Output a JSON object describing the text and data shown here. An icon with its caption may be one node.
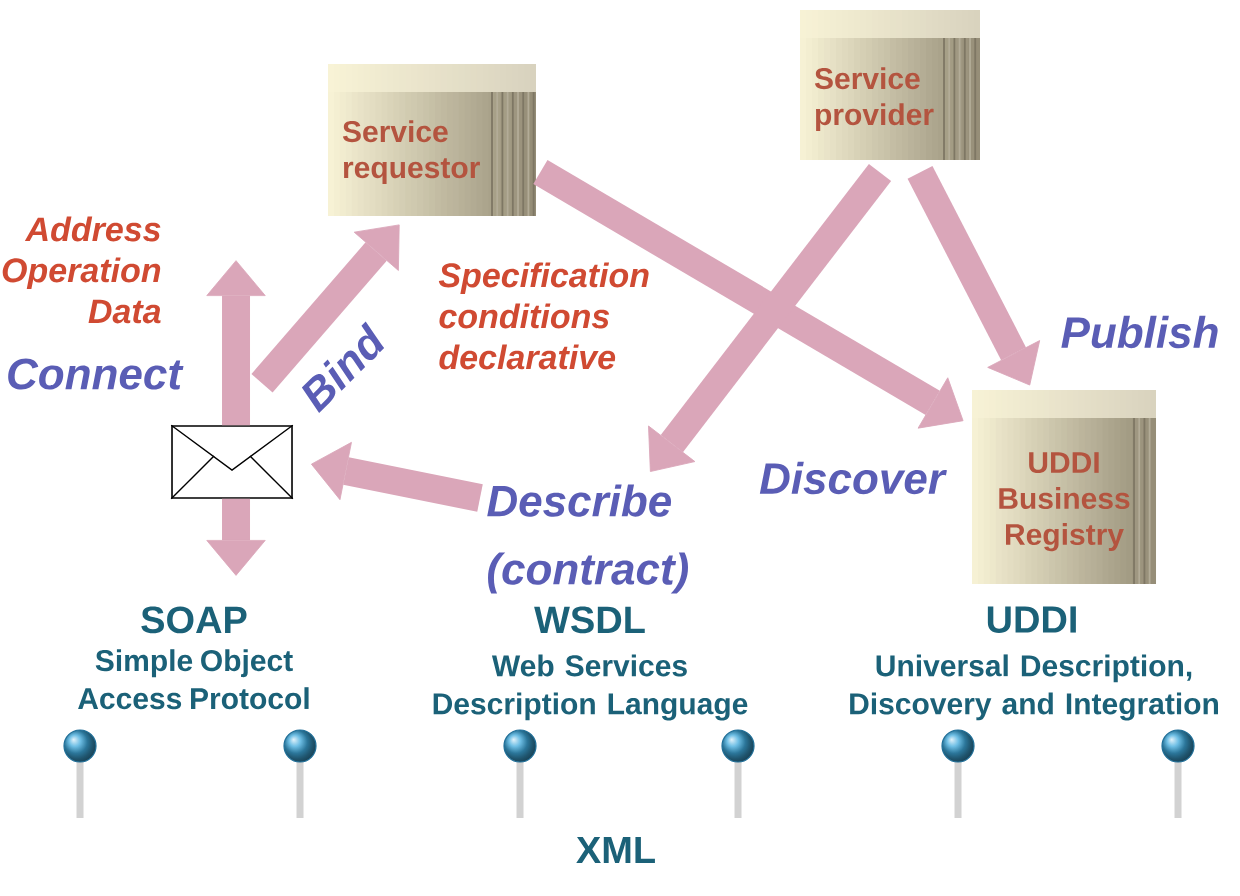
{
  "diagram": {
    "nodes": [
      {
        "text": [
          "Service requestor"
        ]
      },
      {
        "text": [
          "Service provider"
        ]
      },
      {
        "text": [
          "UDDI Business Registry"
        ]
      },
      {
        "text": [],
        "shape": "envelope"
      },
      {
        "text": [
          "SOAP",
          "Simple Object Access Protocol"
        ]
      },
      {
        "text": [
          "Describe (contract)"
        ]
      }
    ],
    "edges": [
      {
        "from": 3,
        "to": null,
        "arrow": "to"
      },
      {
        "from": 3,
        "to": 4,
        "arrow": "to"
      },
      {
        "from": 3,
        "to": 0,
        "arrow": "to",
        "label": "Bind"
      },
      {
        "from": 0,
        "to": 2,
        "arrow": "to",
        "label": "Discover"
      },
      {
        "from": 1,
        "to": 5,
        "arrow": "to"
      },
      {
        "from": 1,
        "to": 2,
        "arrow": "to",
        "label": "Publish"
      },
      {
        "from": 5,
        "to": 3,
        "arrow": "to"
      }
    ],
    "labels": [
      "Address Operation Data",
      "Specification conditions declarative",
      "Connect",
      "WSDL",
      "Web Services Description Language",
      "UDDI",
      "Universal Description, Discovery and Integration",
      "XML"
    ]
  }
}
